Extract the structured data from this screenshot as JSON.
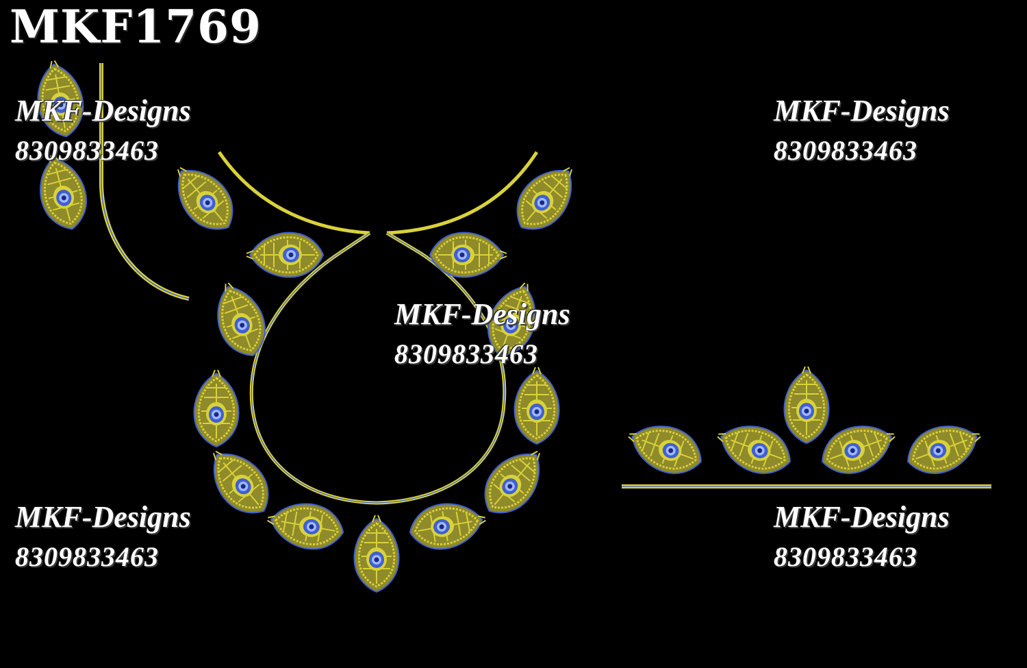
{
  "design_code": "MKF1769",
  "watermarks": [
    {
      "brand": "MKF-Designs",
      "phone": "8309833463"
    },
    {
      "brand": "MKF-Designs",
      "phone": "8309833463"
    },
    {
      "brand": "MKF-Designs",
      "phone": "8309833463"
    },
    {
      "brand": "MKF-Designs",
      "phone": "8309833463"
    },
    {
      "brand": "MKF-Designs",
      "phone": "8309833463"
    }
  ],
  "colors": {
    "background": "#000000",
    "thread_yellow": "#d9d23a",
    "thread_olive": "#8f8a2a",
    "thread_blue": "#3f5fd0",
    "thread_light_blue": "#9fb7ff",
    "text": "#ffffff"
  },
  "icons": [
    "peacock-feather-icon"
  ]
}
